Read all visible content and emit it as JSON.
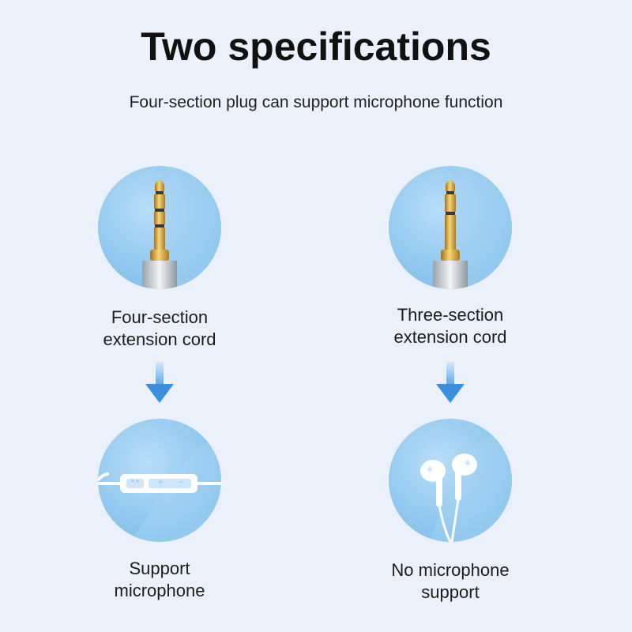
{
  "title": "Two specifications",
  "subtitle": "Four-section plug can support microphone function",
  "left": {
    "spec_line1": "Four-section",
    "spec_line2": "extension cord",
    "result_line1": "Support",
    "result_line2": "microphone",
    "plug_icon": "four-section-plug-icon",
    "result_icon": "inline-remote-icon",
    "remote_buttons": [
      "• •",
      "+",
      "−"
    ]
  },
  "right": {
    "spec_line1": "Three-section",
    "spec_line2": "extension cord",
    "result_line1": "No microphone",
    "result_line2": "support",
    "plug_icon": "three-section-plug-icon",
    "result_icon": "earbuds-icon"
  },
  "colors": {
    "background": "#eaf1fa",
    "circle": "#8cc6ef",
    "arrow": "#3a8fe0",
    "gold": "#d9a431"
  }
}
